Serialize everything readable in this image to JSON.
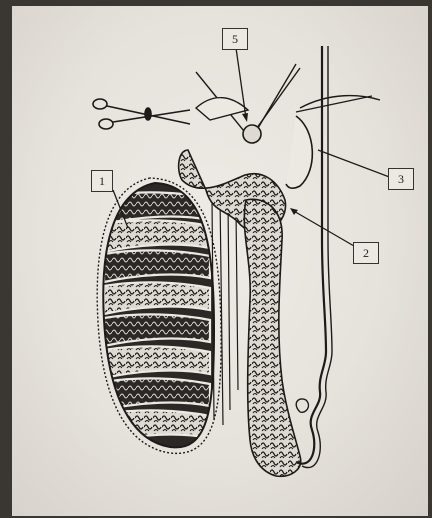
{
  "labels": [
    {
      "id": "l1",
      "text": "1"
    },
    {
      "id": "l2",
      "text": "2"
    },
    {
      "id": "l3",
      "text": "3"
    },
    {
      "id": "l5",
      "text": "5"
    }
  ],
  "colors": {
    "ink": "#1d1b19",
    "paper": "#e9e6e0",
    "shade": "#2b2825"
  }
}
